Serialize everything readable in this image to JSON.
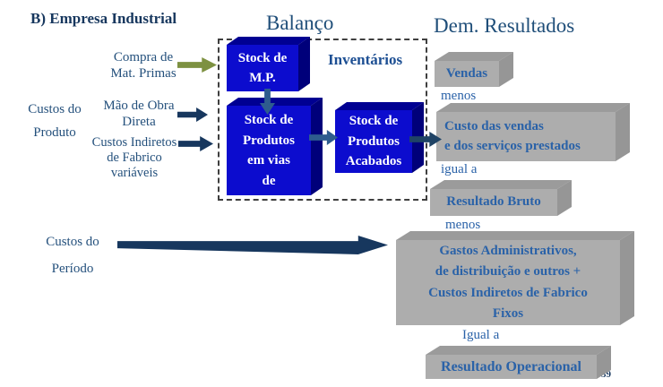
{
  "header": {
    "section_title": "B) Empresa Industrial",
    "balance_title": "Balanço",
    "income_title": "Dem. Resultados"
  },
  "left": {
    "product_group_label": "Custos do\nProduto",
    "period_group_label": "Custos do\nPeríodo",
    "inputs": [
      {
        "label": "Compra de\nMat. Primas",
        "arrow_icon": "olive-right-arrow"
      },
      {
        "label": "Mão de Obra\nDireta",
        "arrow_icon": "navy-right-arrow"
      },
      {
        "label": "Custos Indiretos\nde Fabrico variáveis",
        "arrow_icon": "navy-right-arrow"
      }
    ]
  },
  "balance": {
    "inventories_label": "Inventários",
    "stock_mp": "Stock de\nM.P.",
    "stock_wip": "Stock de\nProdutos\nem vias\nde",
    "stock_finished": "Stock de\nProdutos\nAcabados"
  },
  "income": {
    "vendas": "Vendas",
    "op_menos_1": "menos",
    "custo_vendas": "Custo das vendas\ne dos serviços prestados",
    "op_igual_1": "igual a",
    "resultado_bruto": "Resultado Bruto",
    "op_menos_2": "menos",
    "gastos": "Gastos Administrativos,\nde distribuição e outros +\nCustos Indiretos de Fabrico\nFixos",
    "op_igual_2": "Igual a",
    "resultado_operacional": "Resultado Operacional"
  },
  "footer": {
    "page_number": "39"
  },
  "palette": {
    "title_blue": "#1f4e79",
    "section_title_navy": "#17375e",
    "stock_box_blue": "#0c0cce",
    "gray_box": "#adadad",
    "box_text_blue": "#2a62a8",
    "navy_arrow": "#17375e",
    "steel_arrow": "#2e5c8e",
    "olive_arrow": "#7d9141"
  }
}
